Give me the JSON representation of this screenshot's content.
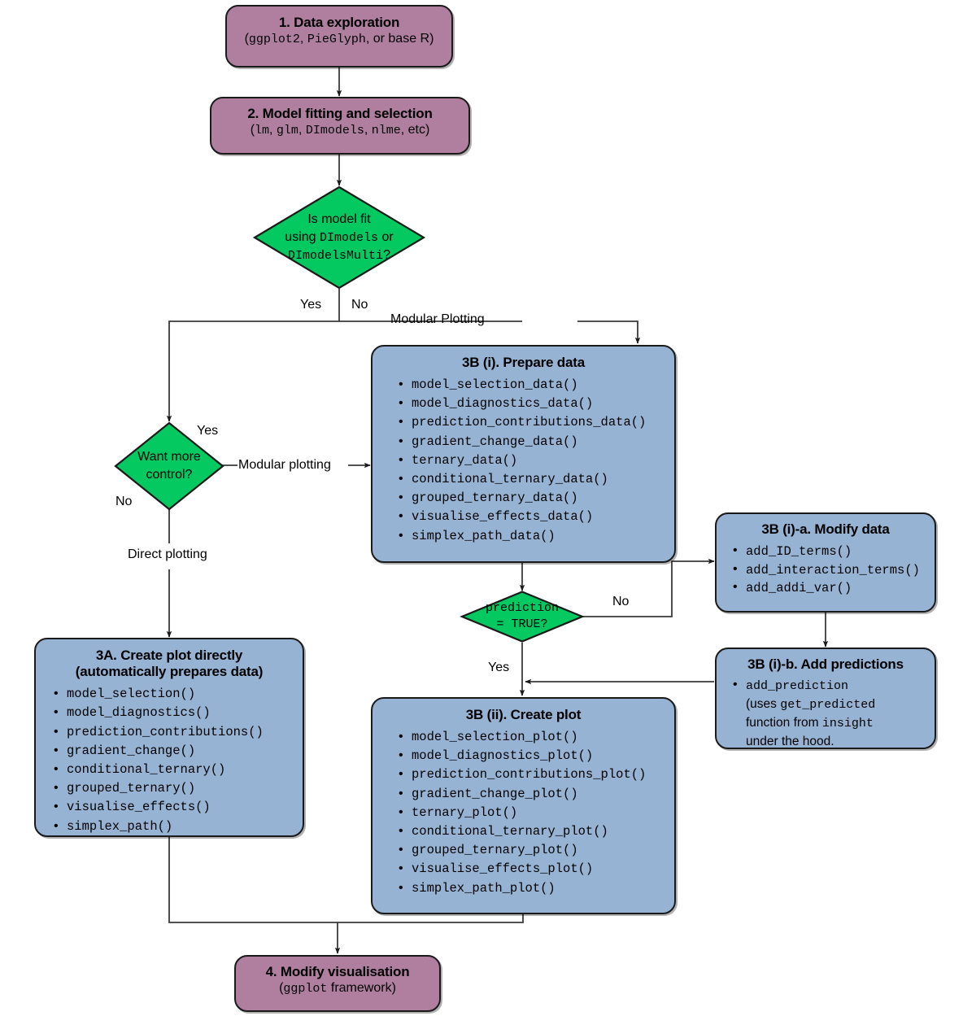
{
  "diagram": {
    "title": "DImodelsVis workflow flowchart",
    "colors": {
      "purple": "#b07fa0",
      "blue": "#97b3d4",
      "green": "#04c961",
      "stroke": "#1a1a1a"
    }
  },
  "nodes": {
    "step1": {
      "title": "1. Data exploration",
      "sub_parts": [
        "(",
        "ggplot2",
        ", ",
        "PieGlyph",
        ", or base R)"
      ],
      "sub_plain": "(ggplot2, PieGlyph, or base R)"
    },
    "step2": {
      "title": "2. Model fitting and selection",
      "sub_parts": [
        "(",
        "lm",
        ", ",
        "glm",
        ", ",
        "DImodels",
        ", ",
        "nlme",
        ", etc)"
      ],
      "sub_plain": "(lm, glm, DImodels, nlme, etc)"
    },
    "decision1": {
      "line1": "Is model fit",
      "line2_pre": "using ",
      "line2_mono": "DImodels",
      "line2_post": " or",
      "line3_mono": "DImodelsMulti",
      "line3_post": "?",
      "plain": "Is model fit using DImodels or DImodelsMulti?"
    },
    "decision2": {
      "line1": "Want more",
      "line2": "control?",
      "plain": "Want more control?"
    },
    "decision3": {
      "line1": "prediction",
      "line2": "= TRUE?",
      "plain": "prediction = TRUE?"
    },
    "step3a": {
      "title_line1": "3A. Create plot directly",
      "title_line2": "(automatically prepares data)",
      "items": [
        "model_selection()",
        "model_diagnostics()",
        "prediction_contributions()",
        "gradient_change()",
        "conditional_ternary()",
        "grouped_ternary()",
        "visualise_effects()",
        "simplex_path()"
      ]
    },
    "step3bi": {
      "title": "3B (i). Prepare data",
      "items": [
        "model_selection_data()",
        "model_diagnostics_data()",
        "prediction_contributions_data()",
        "gradient_change_data()",
        "ternary_data()",
        "conditional_ternary_data()",
        "grouped_ternary_data()",
        "visualise_effects_data()",
        "simplex_path_data()"
      ]
    },
    "step3bii": {
      "title": "3B (ii). Create plot",
      "items": [
        "model_selection_plot()",
        "model_diagnostics_plot()",
        "prediction_contributions_plot()",
        "gradient_change_plot()",
        "ternary_plot()",
        "conditional_ternary_plot()",
        "grouped_ternary_plot()",
        "visualise_effects_plot()",
        "simplex_path_plot()"
      ]
    },
    "step3bia": {
      "title": "3B (i)-a. Modify data",
      "items": [
        "add_ID_terms()",
        "add_interaction_terms()",
        "add_addi_var()"
      ]
    },
    "step3bib": {
      "title": "3B (i)-b. Add predictions",
      "item_l1_mono": "add_prediction",
      "item_l2_pre": "(uses ",
      "item_l2_mono": "get_predicted",
      "item_l3_pre": "function from ",
      "item_l3_mono": "insight",
      "item_l4": "under the hood.",
      "plain": "add_prediction (uses get_predicted function from insight under the hood."
    },
    "step4": {
      "title": "4. Modify visualisation",
      "sub_parts": [
        "(",
        "ggplot",
        " framework)"
      ],
      "sub_plain": "(ggplot framework)"
    }
  },
  "edge_labels": {
    "yes_d1": "Yes",
    "no_d1": "No",
    "modular_plotting_caps": "Modular Plotting",
    "yes_d2": "Yes",
    "no_d2": "No",
    "modular_plotting": "Modular plotting",
    "direct_plotting": "Direct plotting",
    "no_d3": "No",
    "yes_d3": "Yes"
  }
}
